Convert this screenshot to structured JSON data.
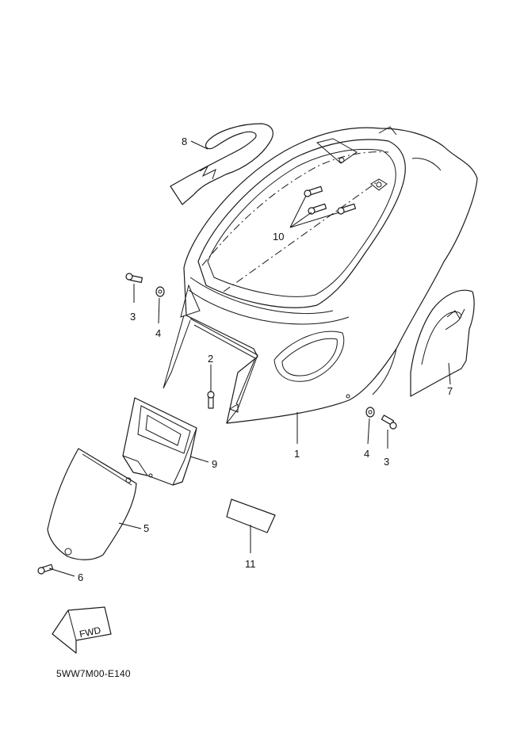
{
  "diagram": {
    "callouts": [
      "1",
      "2",
      "3",
      "3",
      "4",
      "4",
      "5",
      "6",
      "7",
      "8",
      "9",
      "10",
      "11"
    ],
    "fwd_label": "FWD",
    "drawing_code": "5WW7M00-E140"
  }
}
